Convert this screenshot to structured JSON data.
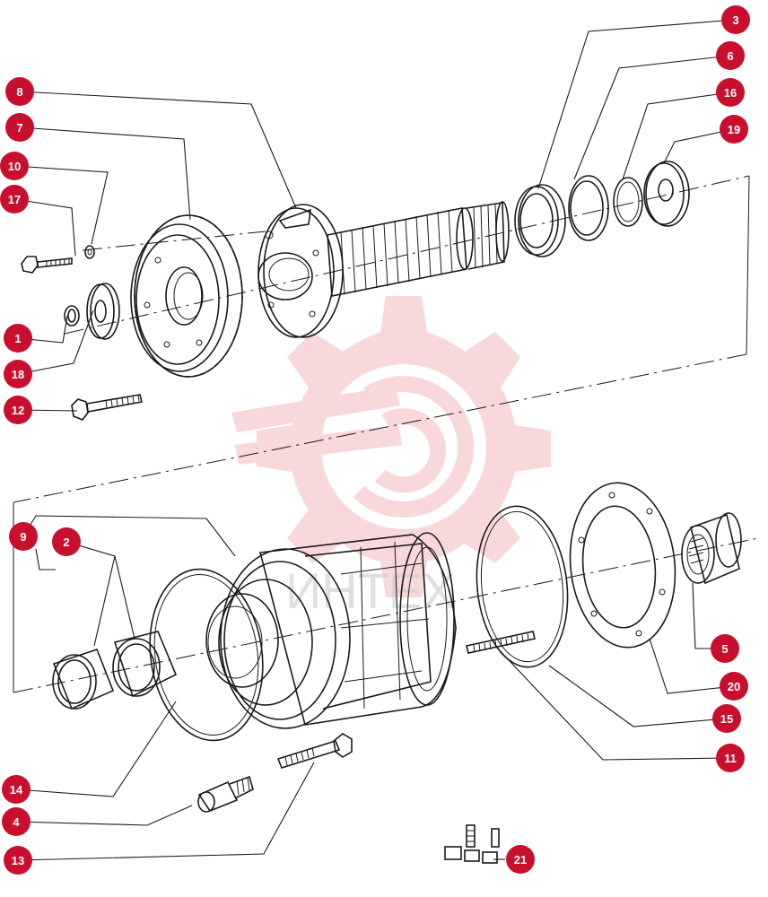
{
  "accent_color": "#c8102e",
  "watermark": {
    "text": "ИНТЕХ",
    "color": "#f3b9bd"
  },
  "callouts": [
    {
      "label": "1"
    },
    {
      "label": "2"
    },
    {
      "label": "3"
    },
    {
      "label": "4"
    },
    {
      "label": "5"
    },
    {
      "label": "6"
    },
    {
      "label": "7"
    },
    {
      "label": "8"
    },
    {
      "label": "9"
    },
    {
      "label": "10"
    },
    {
      "label": "11"
    },
    {
      "label": "12"
    },
    {
      "label": "13"
    },
    {
      "label": "14"
    },
    {
      "label": "15"
    },
    {
      "label": "16"
    },
    {
      "label": "17"
    },
    {
      "label": "18"
    },
    {
      "label": "19"
    },
    {
      "label": "20"
    },
    {
      "label": "21"
    }
  ]
}
